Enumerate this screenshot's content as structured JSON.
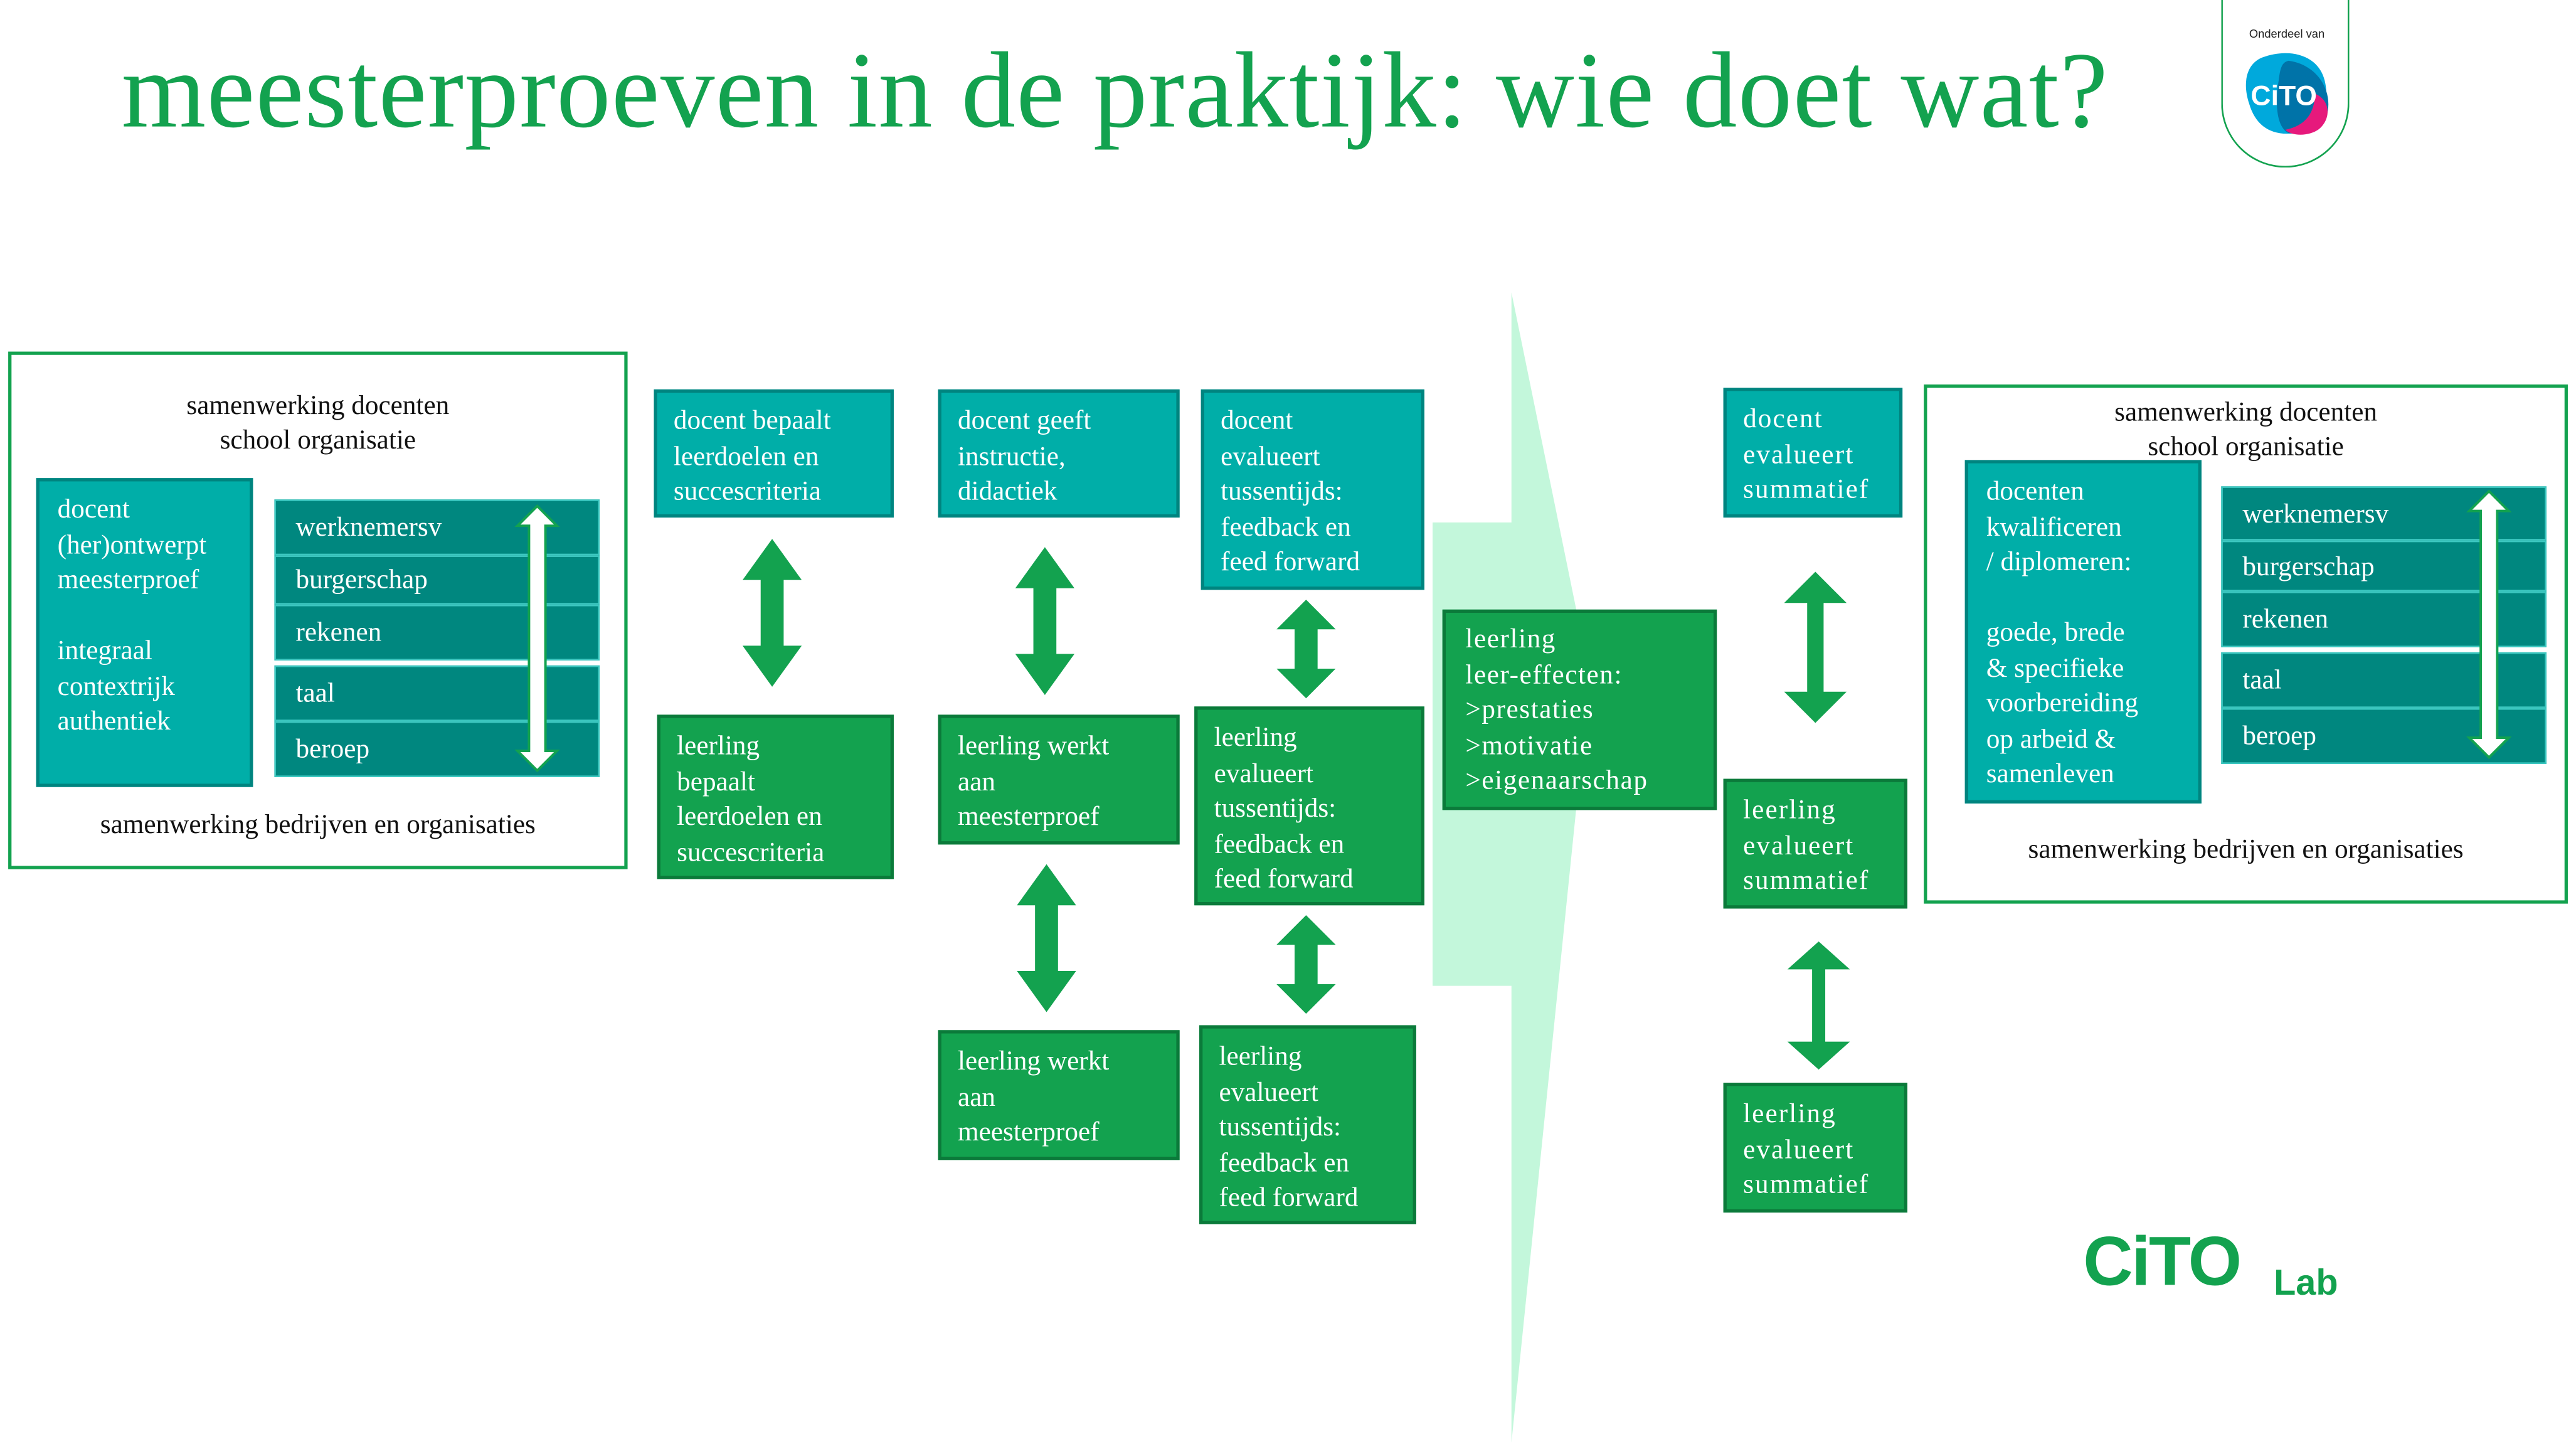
{
  "title": "meesterproeven in de praktijk: wie doet wat?",
  "logo_top": {
    "caption": "Onderdeel van",
    "brand": "CiTO"
  },
  "logo_bottom": {
    "brand": "CiTO",
    "suffix": "Lab"
  },
  "colors": {
    "title_green": "#13a24f",
    "teal": "#00aea8",
    "dark_teal": "#00877f",
    "green": "#13a24f",
    "light_mint": "#c3f7db",
    "cito_blue": "#00a9dc",
    "cito_navy": "#0073a8",
    "cito_pink": "#e6197c"
  },
  "left_panel": {
    "top_caption": "samenwerking docenten\nschool organisatie",
    "main_box": "docent\n(her)ontwerpt\nmeesterproef\n\nintegraal\ncontextrijk\nauthentiek",
    "strips": [
      "werknemersv",
      "burgerschap",
      "rekenen",
      "taal",
      "beroep"
    ],
    "bottom_caption": "samenwerking bedrijven en organisaties"
  },
  "columns": [
    {
      "docent": "docent bepaalt\nleerdoelen en\nsuccescriteria",
      "leerling": "leerling\nbepaalt\nleerdoelen en\nsuccescriteria"
    },
    {
      "docent": "docent geeft\ninstructie,\ndidactiek",
      "leerling_1": "leerling werkt\naan\nmeesterproef",
      "leerling_2": "leerling werkt\naan\nmeesterproef"
    },
    {
      "docent": "docent\nevalueert\ntussentijds:\nfeedback en\nfeed forward",
      "leerling_1": "leerling\nevalueert\ntussentijds:\nfeedback en\nfeed forward",
      "leerling_2": "leerling\nevalueert\ntussentijds:\nfeedback en\nfeed forward"
    }
  ],
  "effects_box": "leerling\nleer-effecten:\n>prestaties\n>motivatie\n>eigenaarschap",
  "summative": {
    "docent": "docent\nevalueert\nsummatief",
    "leerling_1": "leerling\nevalueert\nsummatief",
    "leerling_2": "leerling\nevalueert\nsummatief"
  },
  "right_panel": {
    "top_caption": "samenwerking docenten\nschool organisatie",
    "main_box": "docenten\nkwalificeren\n / diplomeren:\n\ngoede, brede\n& specifieke\nvoorbereiding\nop arbeid &\nsamenleven",
    "strips": [
      "werknemersv",
      "burgerschap",
      "rekenen",
      "taal",
      "beroep"
    ],
    "bottom_caption": "samenwerking bedrijven en organisaties"
  }
}
